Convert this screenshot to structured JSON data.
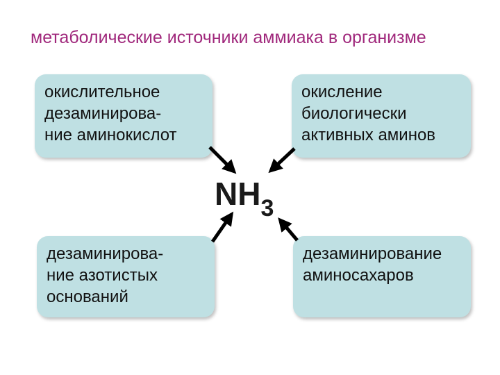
{
  "title": "метаболические источники аммиака в организме",
  "center": {
    "main": "NH",
    "subscript": "3"
  },
  "sources": {
    "top_left": "окислительное\nдезаминирова-\nние аминокислот",
    "top_right": "окисление\nбиологически\nактивных аминов",
    "bottom_left": "дезаминирова-\nние азотистых\nоснований",
    "bottom_right": "дезаминирование\nаминосахаров"
  },
  "colors": {
    "title": "#a0287c",
    "box_fill": "#bfe0e3",
    "arrow": "#000000"
  }
}
